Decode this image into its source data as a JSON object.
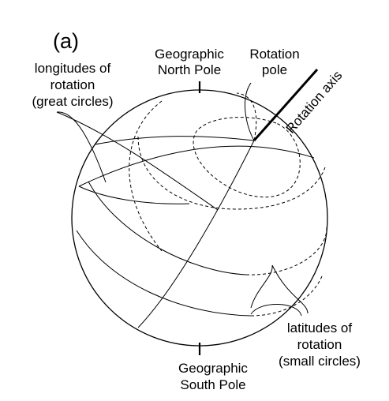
{
  "figure": {
    "panel_label": "(a)",
    "north_pole": {
      "line1": "Geographic",
      "line2": "North Pole"
    },
    "south_pole": {
      "line1": "Geographic",
      "line2": "South Pole"
    },
    "rotation_pole": {
      "line1": "Rotation",
      "line2": "pole"
    },
    "rotation_axis": "Rotation axis",
    "longitudes": {
      "line1": "longitudes of",
      "line2": "rotation",
      "line3": "(great circles)"
    },
    "latitudes": {
      "line1": "latitudes of",
      "line2": "rotation",
      "line3": "(small circles)"
    }
  },
  "colors": {
    "ink": "#000000",
    "background": "#ffffff"
  }
}
